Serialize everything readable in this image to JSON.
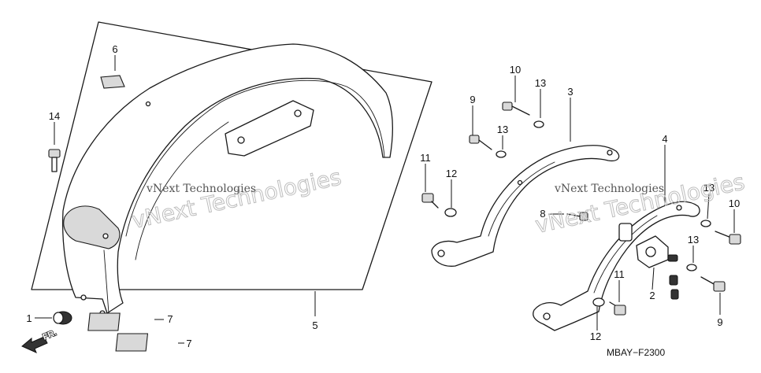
{
  "diagram": {
    "code": "MBAY−F2300",
    "direction_label": "FR.",
    "watermark_small": "vNext Technologies",
    "watermark_outline": "vNext Technologies",
    "callouts": [
      "1",
      "2",
      "3",
      "4",
      "5",
      "6",
      "7",
      "7",
      "9",
      "9",
      "10",
      "10",
      "11",
      "11",
      "12",
      "12",
      "13",
      "13",
      "13",
      "13",
      "14",
      "8"
    ]
  }
}
